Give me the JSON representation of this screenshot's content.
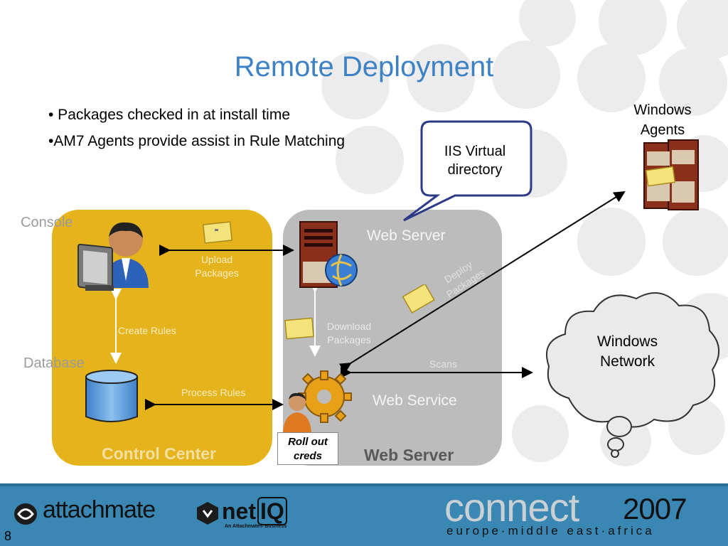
{
  "slide": {
    "title": "Remote Deployment",
    "bullets": [
      "• Packages checked in at install time",
      "•AM7 Agents provide assist in Rule Matching"
    ],
    "page_number": "8"
  },
  "diagram": {
    "callout": {
      "line1": "IIS Virtual",
      "line2": "directory"
    },
    "windows_agents": {
      "line1": "Windows",
      "line2": "Agents"
    },
    "windows_network": {
      "line1": "Windows",
      "line2": "Network"
    },
    "console_label": "Console",
    "database_label": "Database",
    "web_server_top_label": "Web Server",
    "web_service_label": "Web Service",
    "control_center_label": "Control Center",
    "web_server_bottom_label": "Web Server",
    "upload_packages": {
      "line1": "Upload",
      "line2": "Packages"
    },
    "deploy_packages": {
      "line1": "Deploy",
      "line2": "Packages"
    },
    "download_packages": {
      "line1": "Download",
      "line2": "Packages"
    },
    "create_rules": "Create Rules",
    "process_rules": "Process Rules",
    "scans": "Scans",
    "roll_out": {
      "line1": "Roll out",
      "line2": "creds"
    }
  },
  "footer": {
    "attachmate": "attachmate",
    "netiq": "net",
    "netiq_q": "IQ",
    "netiq_sub": "An Attachmate® Business",
    "connect": "connect",
    "year": "2007",
    "region": "europe·middle east·africa"
  },
  "colors": {
    "title": "#3c82c4",
    "control_center_panel": "#e5b41c",
    "web_server_panel": "#bcbcbc",
    "footer": "#3a87b4",
    "callout_border": "#2c3a8a"
  }
}
